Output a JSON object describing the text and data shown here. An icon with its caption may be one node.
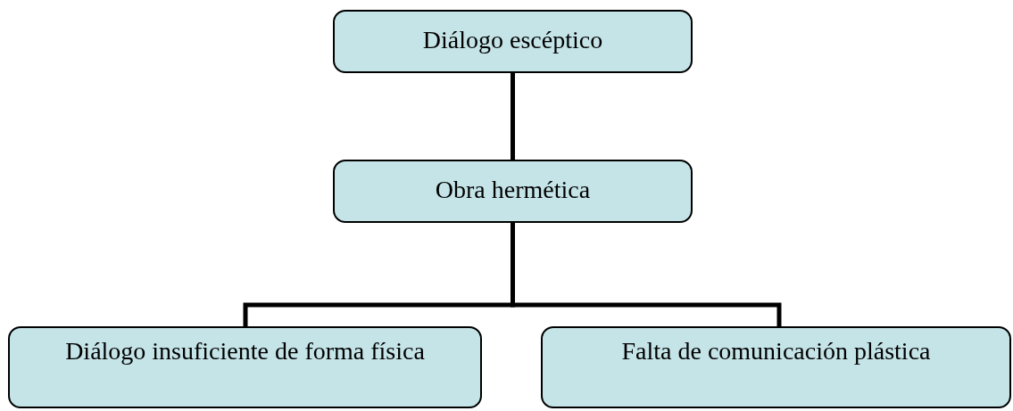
{
  "diagram": {
    "nodes": [
      {
        "text": [
          "Diálogo escéptico"
        ]
      },
      {
        "text": [
          "Obra hermética"
        ]
      },
      {
        "text": [
          "Diálogo insuficiente de forma física"
        ]
      },
      {
        "text": [
          "Falta de comunicación plástica"
        ]
      }
    ],
    "edges": [
      {
        "from": 0,
        "to": 1,
        "arrow": "none"
      },
      {
        "from": 1,
        "to": 2,
        "arrow": "none"
      },
      {
        "from": 1,
        "to": 3,
        "arrow": "none"
      }
    ]
  }
}
